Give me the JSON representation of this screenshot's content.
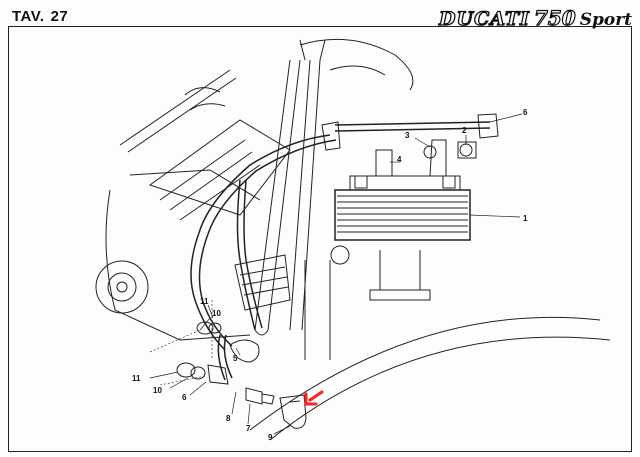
{
  "header": {
    "tav_label": "TAV.",
    "tav_number": "27",
    "brand": "DUCATI",
    "model_number": "750",
    "model_name": "Sport"
  },
  "callouts": {
    "c1": "1",
    "c2": "2",
    "c3": "3",
    "c4": "4",
    "c5": "5",
    "c6": "6",
    "c7": "7",
    "c8": "8",
    "c9": "9",
    "c10a": "10",
    "c10b": "10",
    "c11a": "11",
    "c11b": "11"
  },
  "colors": {
    "ink": "#222222",
    "paper": "#fdfdfc",
    "highlight_arrow": "#ff2020"
  },
  "icons": {
    "highlight": "red-arrow-icon"
  }
}
